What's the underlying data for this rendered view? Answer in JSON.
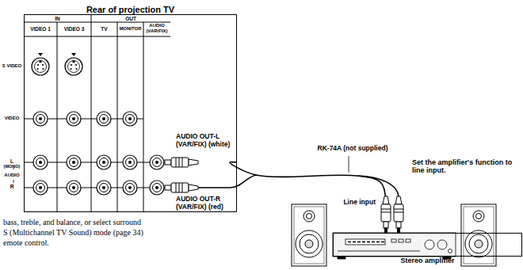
{
  "diagram": {
    "nodes": [
      {
        "text": [
          "Rear of projection TV"
        ]
      },
      {
        "text": [
          "Stereo amplifier"
        ]
      }
    ],
    "edges": [
      {
        "from": 0,
        "to": 1,
        "arrow": "none",
        "label": "RK-74A (not supplied)"
      }
    ],
    "labels": [
      "IN",
      "OUT",
      "VIDEO 1",
      "VIDEO 3",
      "TV",
      "MONITOR",
      "AUDIO (VAR/FIX)",
      "S VIDEO",
      "VIDEO",
      "L",
      "(MONO)",
      "AUDIO",
      "R",
      "AUDIO OUT-L (VAR/FIX) (white)",
      "AUDIO OUT-R (VAR/FIX) (red)",
      "Set the amplifier's function to line input.",
      "Line input",
      "bass, treble, and balance, or select surround",
      "S (Multichannel TV Sound) mode (page 34)",
      "emote control."
    ]
  }
}
